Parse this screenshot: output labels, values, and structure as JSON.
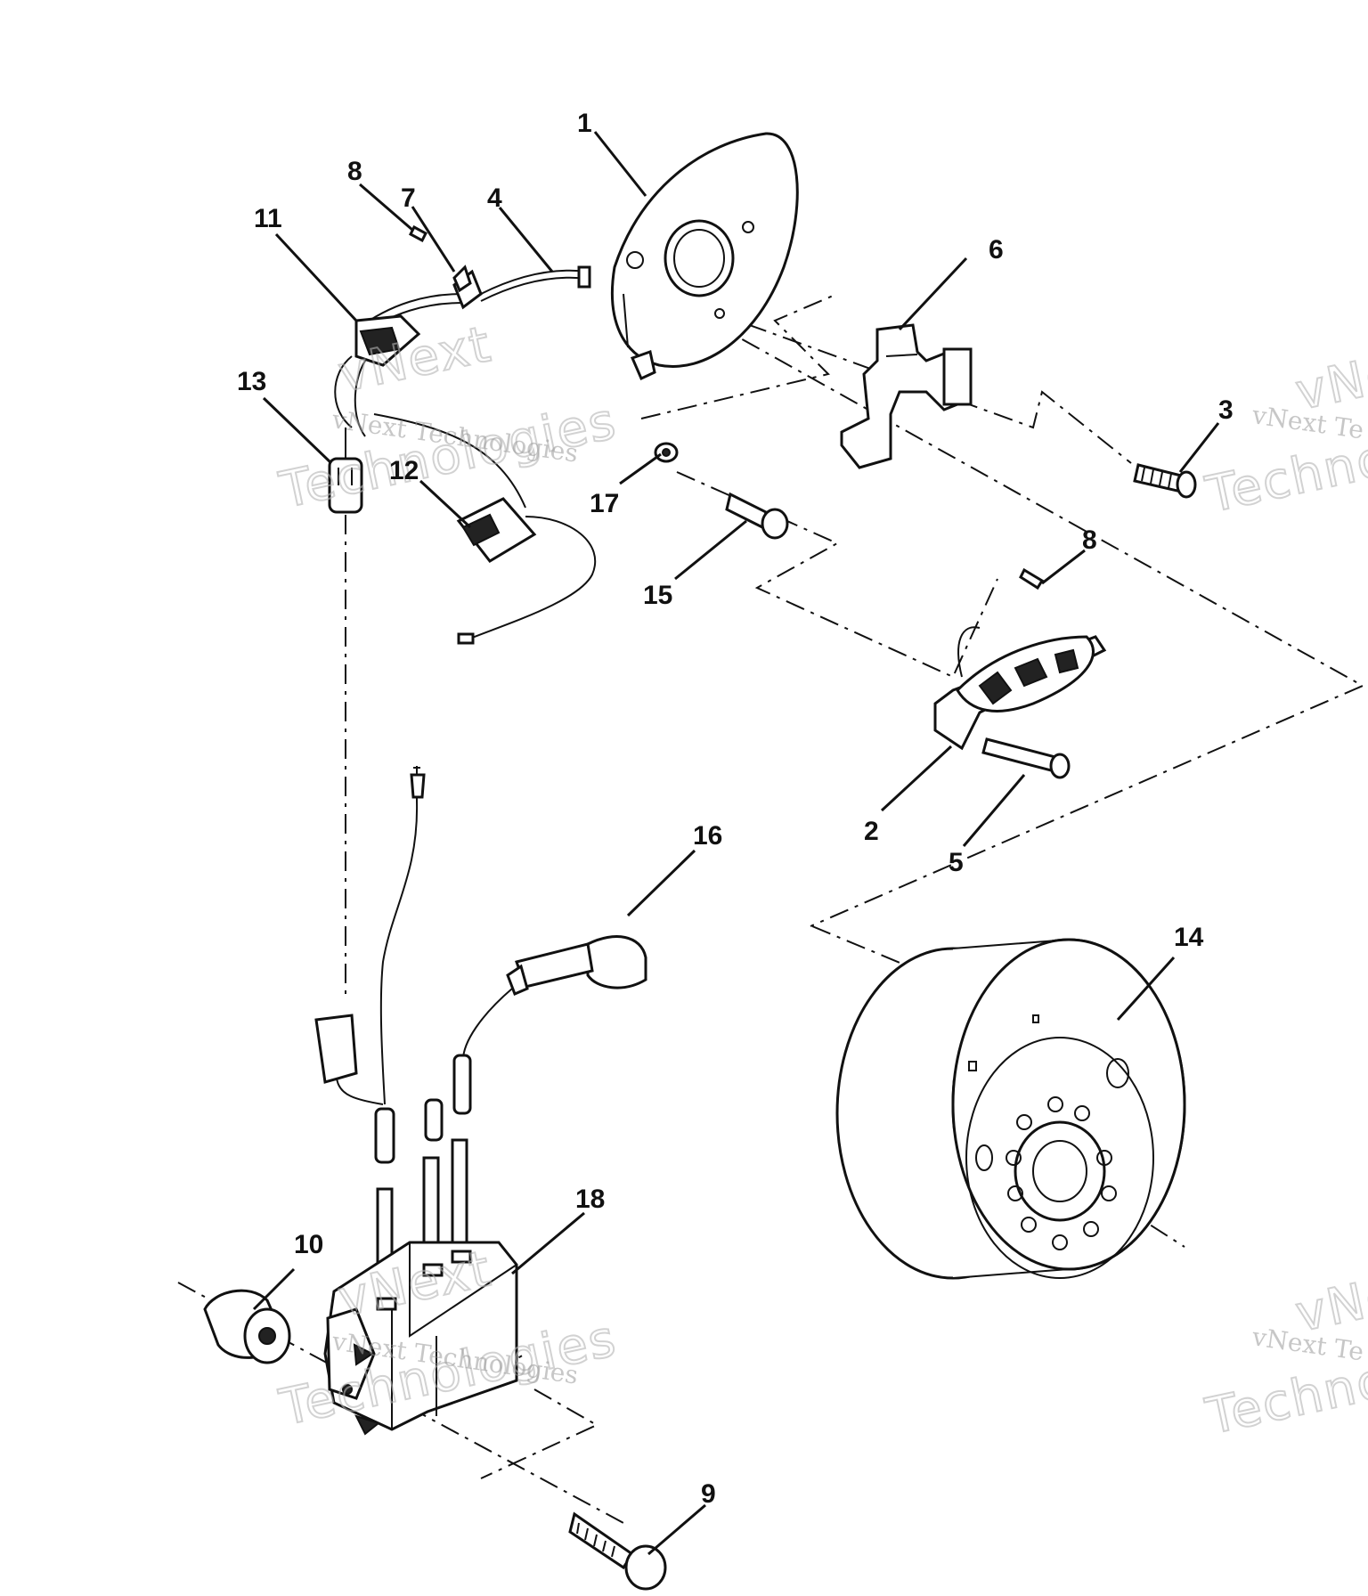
{
  "callouts": [
    {
      "id": "c1",
      "label": "1"
    },
    {
      "id": "c2",
      "label": "2"
    },
    {
      "id": "c3",
      "label": "3"
    },
    {
      "id": "c4",
      "label": "4"
    },
    {
      "id": "c5",
      "label": "5"
    },
    {
      "id": "c6",
      "label": "6"
    },
    {
      "id": "c7",
      "label": "7"
    },
    {
      "id": "c8a",
      "label": "8"
    },
    {
      "id": "c8b",
      "label": "8"
    },
    {
      "id": "c9",
      "label": "9"
    },
    {
      "id": "c10",
      "label": "10"
    },
    {
      "id": "c11",
      "label": "11"
    },
    {
      "id": "c12",
      "label": "12"
    },
    {
      "id": "c13",
      "label": "13"
    },
    {
      "id": "c14",
      "label": "14"
    },
    {
      "id": "c15",
      "label": "15"
    },
    {
      "id": "c16",
      "label": "16"
    },
    {
      "id": "c17",
      "label": "17"
    },
    {
      "id": "c18",
      "label": "18"
    }
  ],
  "watermark": {
    "brand_small": "vNext Technologies",
    "brand_word1": "vNext",
    "brand_word2": "Technologies",
    "brand_small_cut": "vNext Te",
    "brand_word1_cut": "vNe",
    "brand_word2_cut": "Techno"
  }
}
